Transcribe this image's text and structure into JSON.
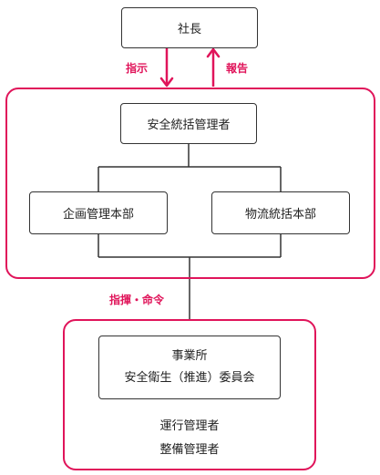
{
  "nodes": {
    "president": "社長",
    "safety_manager": "安全統括管理者",
    "planning_manager": "企画管理本部",
    "logistics_manager": "物流統括本部",
    "office_name": "事業所",
    "office_committee": "安全衛生（推進）委員会",
    "operations_manager": "運行管理者",
    "maintenance_manager": "整備管理者"
  },
  "edge_labels": {
    "instruction": "指示",
    "report": "報告",
    "command": "指揮・命令"
  },
  "colors": {
    "accent": "#e0145a",
    "border": "#333333"
  }
}
